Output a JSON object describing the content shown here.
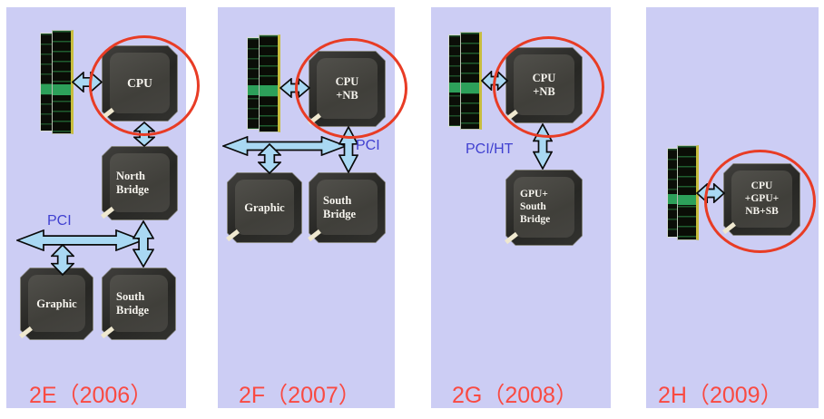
{
  "colors": {
    "page_bg": "#ffffff",
    "panel_bg": "#cccdf4",
    "arrow_fill": "#a9d8f3",
    "arrow_outline": "#0a0a0a",
    "highlight_circle_red": "#e83c25",
    "caption_red": "#f94a42",
    "bus_label_blue": "#4040d0",
    "chip_label_text": "#f6f4ee"
  },
  "panels": [
    {
      "id": "2E",
      "caption": "2E（2006）",
      "bus_label": "PCI",
      "memory_icon": "dimm-module",
      "highlighted_chip": "cpu",
      "chips": {
        "cpu": "CPU",
        "north_bridge": "North\nBridge",
        "graphic": "Graphic",
        "south_bridge": "South\nBridge"
      }
    },
    {
      "id": "2F",
      "caption": "2F（2007）",
      "bus_label": "PCI",
      "memory_icon": "dimm-module",
      "highlighted_chip": "cpu",
      "chips": {
        "cpu": "CPU\n+NB",
        "graphic": "Graphic",
        "south_bridge": "South\nBridge"
      }
    },
    {
      "id": "2G",
      "caption": "2G（2008）",
      "bus_label": "PCI/HT",
      "memory_icon": "dimm-module",
      "highlighted_chip": "cpu",
      "chips": {
        "cpu": "CPU\n+NB",
        "south_bridge": "GPU+\nSouth\nBridge"
      }
    },
    {
      "id": "2H",
      "caption": "2H（2009）",
      "memory_icon": "dimm-module",
      "highlighted_chip": "cpu",
      "chips": {
        "cpu": "CPU\n+GPU+\nNB+SB"
      }
    }
  ]
}
